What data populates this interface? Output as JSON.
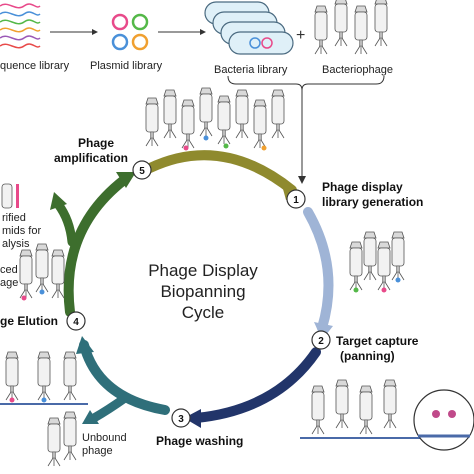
{
  "top_row": {
    "sequence_library": "quence library",
    "plasmid_library": "Plasmid library",
    "bacteria_library": "Bacteria library",
    "plus": "+",
    "bacteriophage": "Bacteriophage"
  },
  "cycle_title": [
    "Phage Display",
    "Biopanning",
    "Cycle"
  ],
  "steps": [
    {
      "number": "1",
      "label_lines": [
        "Phage display",
        "library generation"
      ]
    },
    {
      "number": "2",
      "label_lines": [
        "Target capture",
        "(panning)"
      ]
    },
    {
      "number": "3",
      "label_lines": [
        "Phage washing"
      ]
    },
    {
      "number": "4",
      "label_lines": [
        "ge Elution"
      ]
    },
    {
      "number": "5",
      "label_lines": [
        "Phage",
        "amplification"
      ]
    }
  ],
  "side_labels": {
    "purified": [
      "rified",
      "mids for",
      "alysis"
    ],
    "enriched": [
      "ced",
      "age"
    ],
    "unbound": [
      "Unbound",
      "phage"
    ]
  },
  "colors": {
    "arc_top": "#8f8a2e",
    "arc_right": "#9fb4d6",
    "arc_bottom": "#22356a",
    "arc_left_lower": "#2f6f7a",
    "arc_left_upper": "#3d6e2d",
    "badge_stroke": "#333333"
  }
}
